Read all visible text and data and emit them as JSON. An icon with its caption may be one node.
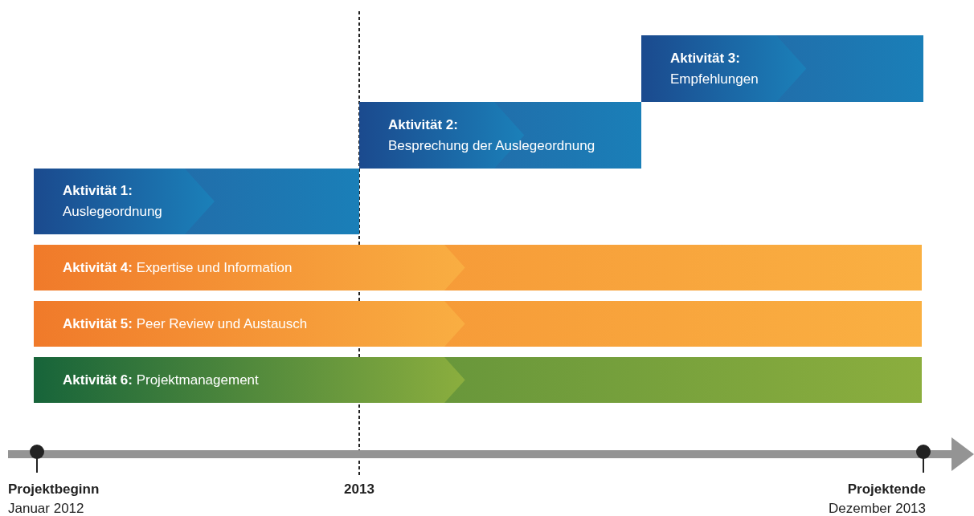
{
  "diagram": {
    "nodes": [
      {
        "text": [
          "Aktivität 1:",
          "Auslegeordnung"
        ]
      },
      {
        "text": [
          "Aktivität 2:",
          "Besprechung der Auslegeordnung"
        ]
      },
      {
        "text": [
          "Aktivität 3:",
          "Empfehlungen"
        ]
      },
      {
        "text": [
          "**Aktivität 4:** Expertise und Information"
        ]
      },
      {
        "text": [
          "**Aktivität 5:** Peer Review und Austausch"
        ]
      },
      {
        "text": [
          "**Aktivität 6:** Projektmanagement"
        ]
      }
    ],
    "labels": [
      "Projektbeginn",
      "Januar 2012",
      "2013",
      "Projektende",
      "Dezember 2013"
    ]
  }
}
